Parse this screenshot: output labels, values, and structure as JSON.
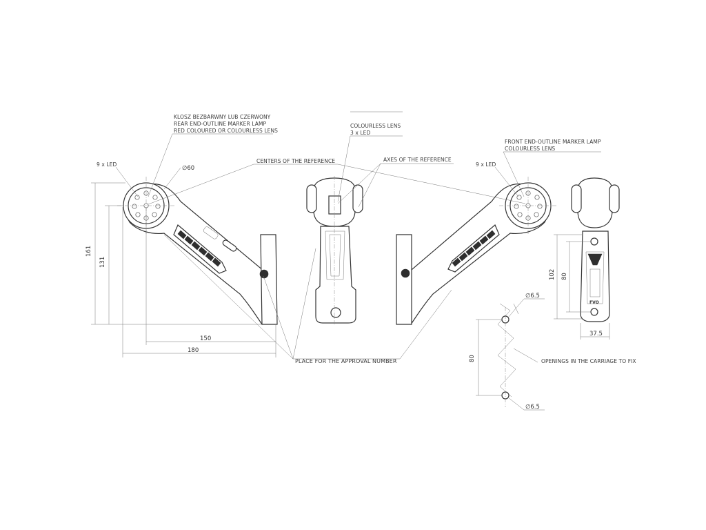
{
  "labels": {
    "rear_pl": "KLOSZ BEZBARWNY LUB CZERWONY",
    "rear_en1": "REAR END-OUTLINE MARKER LAMP",
    "rear_en2": "RED COLOURED OR COLOURLESS LENS",
    "colourless_lens": "COLOURLESS LENS",
    "three_led": "3 x LED",
    "front_en1": "FRONT END-OUTLINE MARKER LAMP",
    "front_en2": "COLOURLESS LENS",
    "nine_led_left": "9 x LED",
    "nine_led_right": "9 x LED",
    "diameter_60": "∅60",
    "centers": "CENTERS OF THE REFERENCE",
    "axes": "AXES OF THE REFERENCE",
    "approval": "PLACE FOR THE APPROVAL NUMBER",
    "openings": "OPENINGS IN THE CARRIAGE TO FIX",
    "hole_top": "∅6.5",
    "hole_bottom": "∅6.5",
    "brand_mark": "FVO"
  },
  "dimensions": {
    "h161": "161",
    "h131": "131",
    "w150": "150",
    "w180": "180",
    "h102": "102",
    "h80_side": "80",
    "w37_5": "37.5",
    "h80_holes": "80"
  }
}
